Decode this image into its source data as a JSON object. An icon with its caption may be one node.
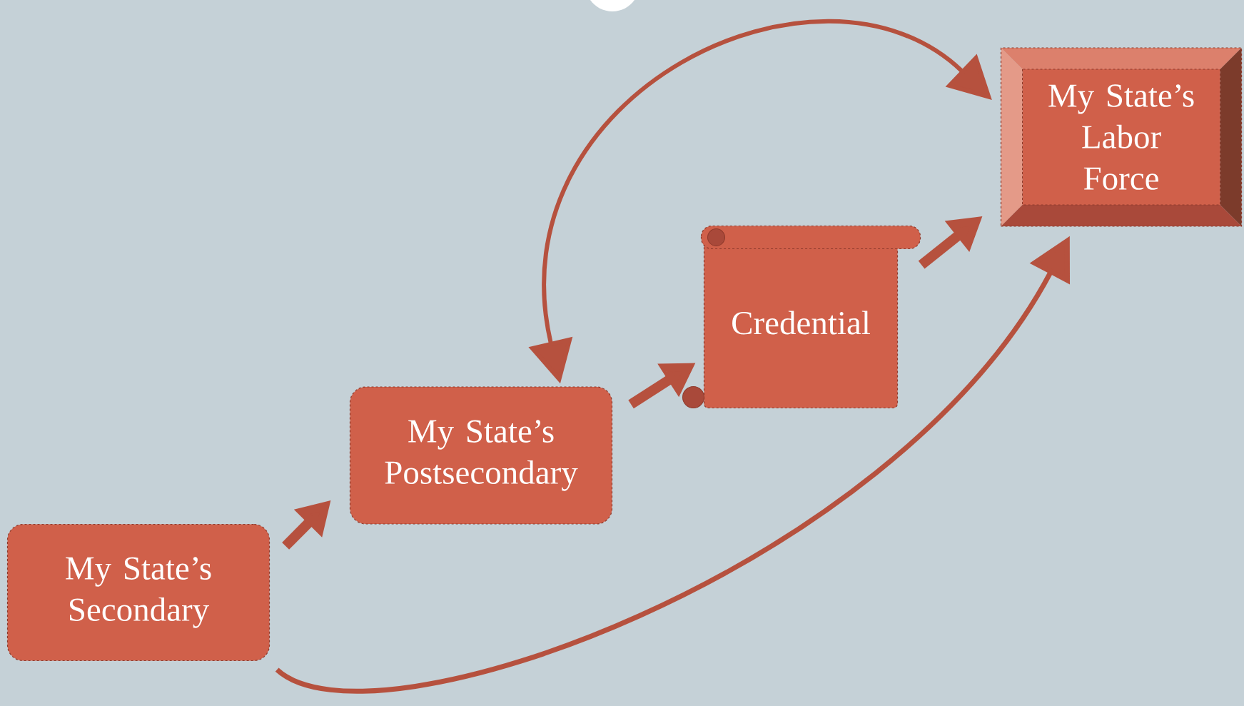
{
  "diagram": {
    "nodes": [
      {
        "text": [
          "My State’s Secondary"
        ]
      },
      {
        "text": [
          "My State’s Postsecondary"
        ]
      },
      {
        "text": [
          "Credential"
        ]
      },
      {
        "text": [
          "My State’s Labor Force"
        ]
      }
    ],
    "edges": [
      {
        "from": 0,
        "to": 1,
        "arrow": "to"
      },
      {
        "from": 1,
        "to": 2,
        "arrow": "to"
      },
      {
        "from": 2,
        "to": 3,
        "arrow": "to"
      },
      {
        "from": 0,
        "to": 3,
        "arrow": "to"
      },
      {
        "from": 1,
        "to": 3,
        "arrow": "both"
      }
    ]
  }
}
